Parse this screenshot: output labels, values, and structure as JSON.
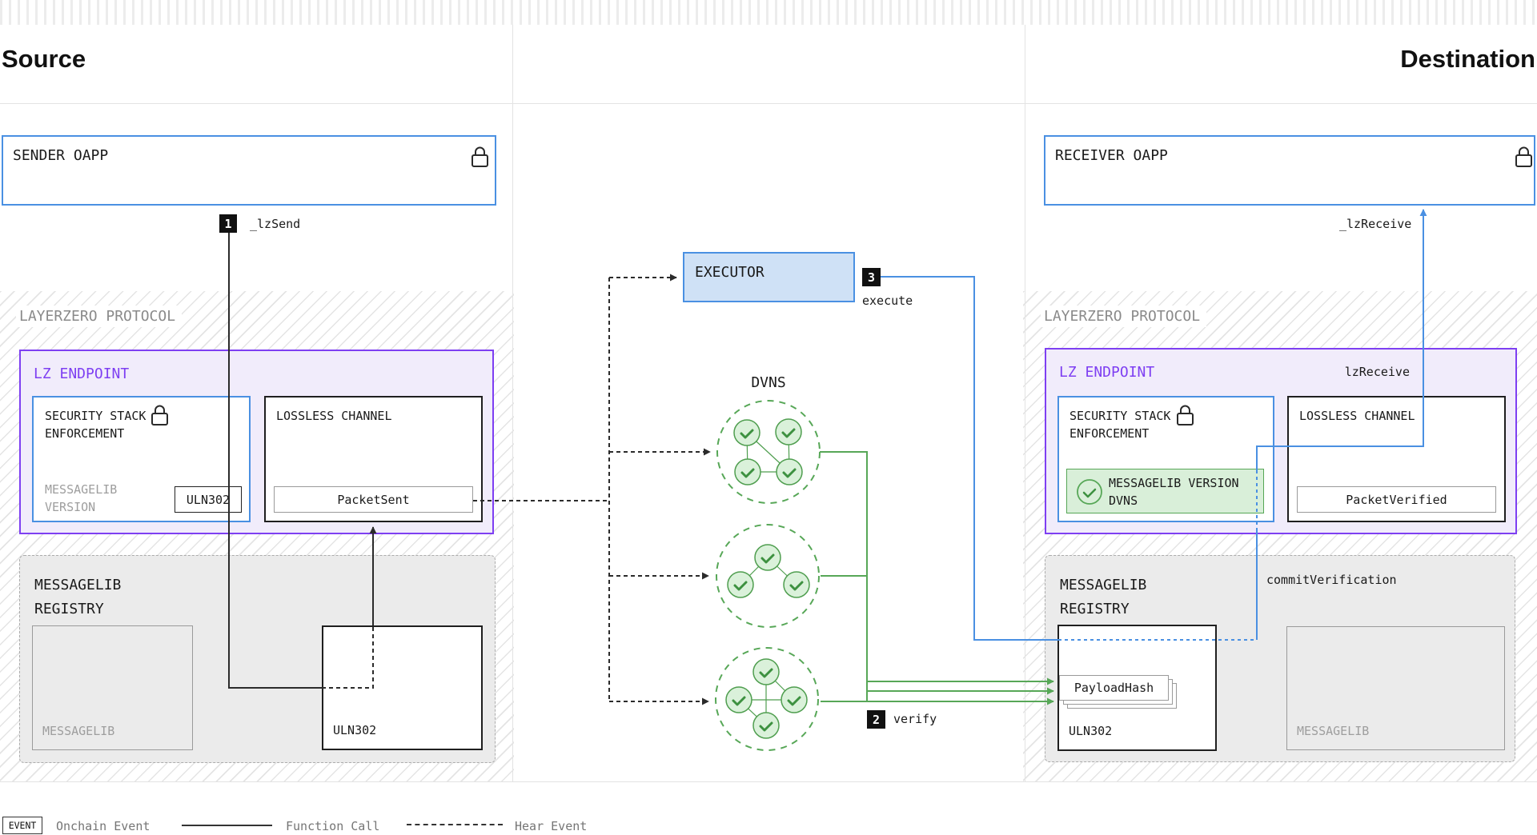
{
  "header": {
    "source": "Source",
    "destination": "Destination"
  },
  "sender_oapp": {
    "title": "SENDER OAPP"
  },
  "receiver_oapp": {
    "title": "RECEIVER OAPP"
  },
  "steps": {
    "step1": {
      "num": "1",
      "label": "_lzSend"
    },
    "step2": {
      "num": "2",
      "label": "verify"
    },
    "step3": {
      "num": "3",
      "label": "execute"
    }
  },
  "lzreceive_callback": "_lzReceive",
  "executor": {
    "title": "EXECUTOR"
  },
  "dvns": {
    "title": "DVNS",
    "groups": [
      {
        "validators": 4
      },
      {
        "validators": 3
      },
      {
        "validators": 4
      }
    ]
  },
  "source_protocol": {
    "section_label": "LAYERZERO PROTOCOL",
    "endpoint": {
      "title": "LZ ENDPOINT",
      "security_stack": {
        "title_line1": "SECURITY STACK",
        "title_line2": "ENFORCEMENT",
        "sublabel_line1": "MESSAGELIB",
        "sublabel_line2": "VERSION",
        "uln_chip": "ULN302"
      },
      "lossless_channel": {
        "title": "LOSSLESS CHANNEL",
        "event_chip": "PacketSent"
      }
    },
    "registry": {
      "title_line1": "MESSAGELIB",
      "title_line2": "REGISTRY",
      "messagelib_box": "MESSAGELIB",
      "uln_box": "ULN302"
    }
  },
  "destination_protocol": {
    "section_label": "LAYERZERO PROTOCOL",
    "endpoint": {
      "title": "LZ ENDPOINT",
      "lzreceive_label": "lzReceive",
      "security_stack": {
        "title_line1": "SECURITY STACK",
        "title_line2": "ENFORCEMENT",
        "dvns_badge_line1": "MESSAGELIB VERSION",
        "dvns_badge_line2": "DVNS"
      },
      "lossless_channel": {
        "title": "LOSSLESS CHANNEL",
        "event_chip": "PacketVerified"
      }
    },
    "registry": {
      "title_line1": "MESSAGELIB",
      "title_line2": "REGISTRY",
      "commit_label": "commitVerification",
      "uln_box": "ULN302",
      "payload_chip": "PayloadHash",
      "messagelib_box": "MESSAGELIB"
    }
  },
  "legend": {
    "event_chip": "EVENT",
    "onchain_event": "Onchain Event",
    "function_call": "Function Call",
    "hear_event": "Hear Event"
  },
  "colors": {
    "call_blue": "#4a90e2",
    "endpoint_purple": "#7e3ff2",
    "verify_green": "#57a757",
    "badge_black": "#111111"
  }
}
